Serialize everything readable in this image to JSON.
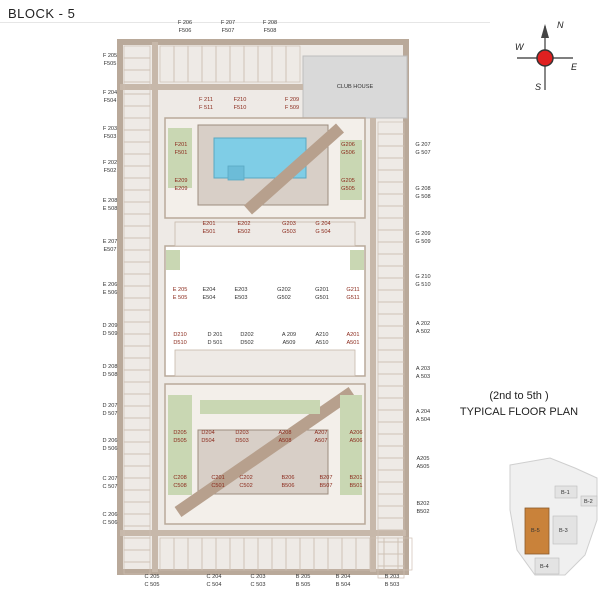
{
  "title": "BLOCK - 5",
  "club_house": "CLUB HOUSE",
  "floor_plan": {
    "floors": "(2nd to 5th )",
    "label": "TYPICAL FLOOR PLAN"
  },
  "compass": {
    "n": "N",
    "s": "S",
    "e": "E",
    "w": "W"
  },
  "keyplan_labels": [
    "B-1",
    "B-2",
    "B-3",
    "B-4",
    "B-5"
  ],
  "colors": {
    "wall": "#b9a99a",
    "unit_fill": "#eeeae6",
    "courtyard_green": "#c9d7b3",
    "deck": "#d8cfc7",
    "pool": "#7fcde6",
    "highlight": "#c9823a",
    "compass_red": "#e02020"
  },
  "outer_labels": [
    {
      "t1": "F 206",
      "t2": "F506"
    },
    {
      "t1": "F 207",
      "t2": "F507"
    },
    {
      "t1": "F 208",
      "t2": "F508"
    },
    {
      "t1": "F 205",
      "t2": "F505"
    },
    {
      "t1": "F 204",
      "t2": "F504"
    },
    {
      "t1": "F 203",
      "t2": "F503"
    },
    {
      "t1": "F 202",
      "t2": "F502"
    },
    {
      "t1": "E 208",
      "t2": "E 508"
    },
    {
      "t1": "E 207",
      "t2": "E507"
    },
    {
      "t1": "E 206",
      "t2": "E 506"
    },
    {
      "t1": "D 209",
      "t2": "D 509"
    },
    {
      "t1": "D 208",
      "t2": "D 508"
    },
    {
      "t1": "D 207",
      "t2": "D 507"
    },
    {
      "t1": "D 206",
      "t2": "D 506"
    },
    {
      "t1": "C 207",
      "t2": "C 507"
    },
    {
      "t1": "C 206",
      "t2": "C 506"
    },
    {
      "t1": "G 207",
      "t2": "G 507"
    },
    {
      "t1": "G 208",
      "t2": "G 508"
    },
    {
      "t1": "G 209",
      "t2": "G 509"
    },
    {
      "t1": "G 210",
      "t2": "G 510"
    },
    {
      "t1": "A 202",
      "t2": "A 502"
    },
    {
      "t1": "A 203",
      "t2": "A 503"
    },
    {
      "t1": "A 204",
      "t2": "A 504"
    },
    {
      "t1": "A205",
      "t2": "A505"
    },
    {
      "t1": "B202",
      "t2": "B502"
    },
    {
      "t1": "C 205",
      "t2": "C 505"
    },
    {
      "t1": "C 204",
      "t2": "C 504"
    },
    {
      "t1": "C 203",
      "t2": "C 503"
    },
    {
      "t1": "B 205",
      "t2": "B 505"
    },
    {
      "t1": "B 204",
      "t2": "B 504"
    },
    {
      "t1": "B 203",
      "t2": "B 503"
    }
  ],
  "inner_labels": [
    {
      "t1": "F 211",
      "t2": "F 511",
      "hl": true
    },
    {
      "t1": "F210",
      "t2": "F510",
      "hl": true
    },
    {
      "t1": "F 209",
      "t2": "F 509",
      "hl": true
    },
    {
      "t1": "F201",
      "t2": "F501",
      "hl": true
    },
    {
      "t1": "G206",
      "t2": "G506",
      "hl": true
    },
    {
      "t1": "E209",
      "t2": "E209",
      "hl": true
    },
    {
      "t1": "G205",
      "t2": "G505",
      "hl": true
    },
    {
      "t1": "E201",
      "t2": "E501",
      "hl": true
    },
    {
      "t1": "E202",
      "t2": "E502",
      "hl": true
    },
    {
      "t1": "G203",
      "t2": "G503",
      "hl": true
    },
    {
      "t1": "G 204",
      "t2": "G 504",
      "hl": true
    },
    {
      "t1": "E 205",
      "t2": "E 505",
      "hl": true
    },
    {
      "t1": "E204",
      "t2": "E504",
      "hl": false
    },
    {
      "t1": "E203",
      "t2": "E503",
      "hl": false
    },
    {
      "t1": "G202",
      "t2": "G502",
      "hl": false
    },
    {
      "t1": "G201",
      "t2": "G501",
      "hl": false
    },
    {
      "t1": "G211",
      "t2": "G511",
      "hl": true
    },
    {
      "t1": "D210",
      "t2": "D510",
      "hl": true
    },
    {
      "t1": "D 201",
      "t2": "D 501",
      "hl": false
    },
    {
      "t1": "D202",
      "t2": "D502",
      "hl": false
    },
    {
      "t1": "A 209",
      "t2": "A509",
      "hl": false
    },
    {
      "t1": "A210",
      "t2": "A510",
      "hl": false
    },
    {
      "t1": "A201",
      "t2": "A501",
      "hl": true
    },
    {
      "t1": "D205",
      "t2": "D505",
      "hl": true
    },
    {
      "t1": "D204",
      "t2": "D504",
      "hl": true
    },
    {
      "t1": "D203",
      "t2": "D503",
      "hl": true
    },
    {
      "t1": "A208",
      "t2": "A508",
      "hl": true
    },
    {
      "t1": "A207",
      "t2": "A507",
      "hl": true
    },
    {
      "t1": "A206",
      "t2": "A506",
      "hl": true
    },
    {
      "t1": "C208",
      "t2": "C508",
      "hl": true
    },
    {
      "t1": "C201",
      "t2": "C501",
      "hl": true
    },
    {
      "t1": "C202",
      "t2": "C502",
      "hl": true
    },
    {
      "t1": "B206",
      "t2": "B506",
      "hl": true
    },
    {
      "t1": "B207",
      "t2": "B507",
      "hl": true
    },
    {
      "t1": "B201",
      "t2": "B501",
      "hl": true
    }
  ]
}
